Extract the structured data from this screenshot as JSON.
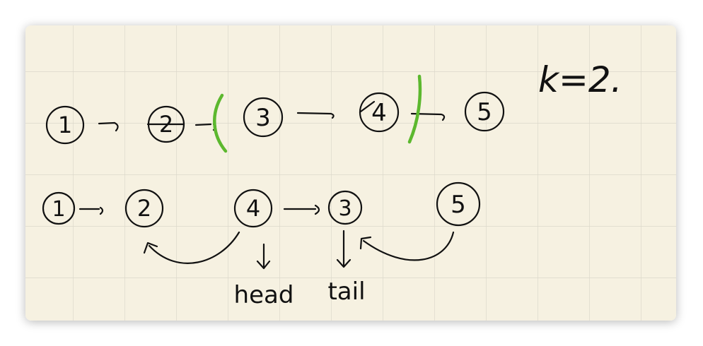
{
  "paper": {
    "background": "#f6f1e1",
    "grid_color": "#dcd8cb",
    "ink_color": "#111111",
    "marker_color": "#5cb82e"
  },
  "top_list": {
    "nodes": [
      "1",
      "2",
      "3",
      "4",
      "5"
    ]
  },
  "k_label": "k=2.",
  "bottom_list": {
    "nodes": [
      "1",
      "2",
      "4",
      "3",
      "5"
    ],
    "head_label": "head",
    "tail_label": "tail"
  }
}
